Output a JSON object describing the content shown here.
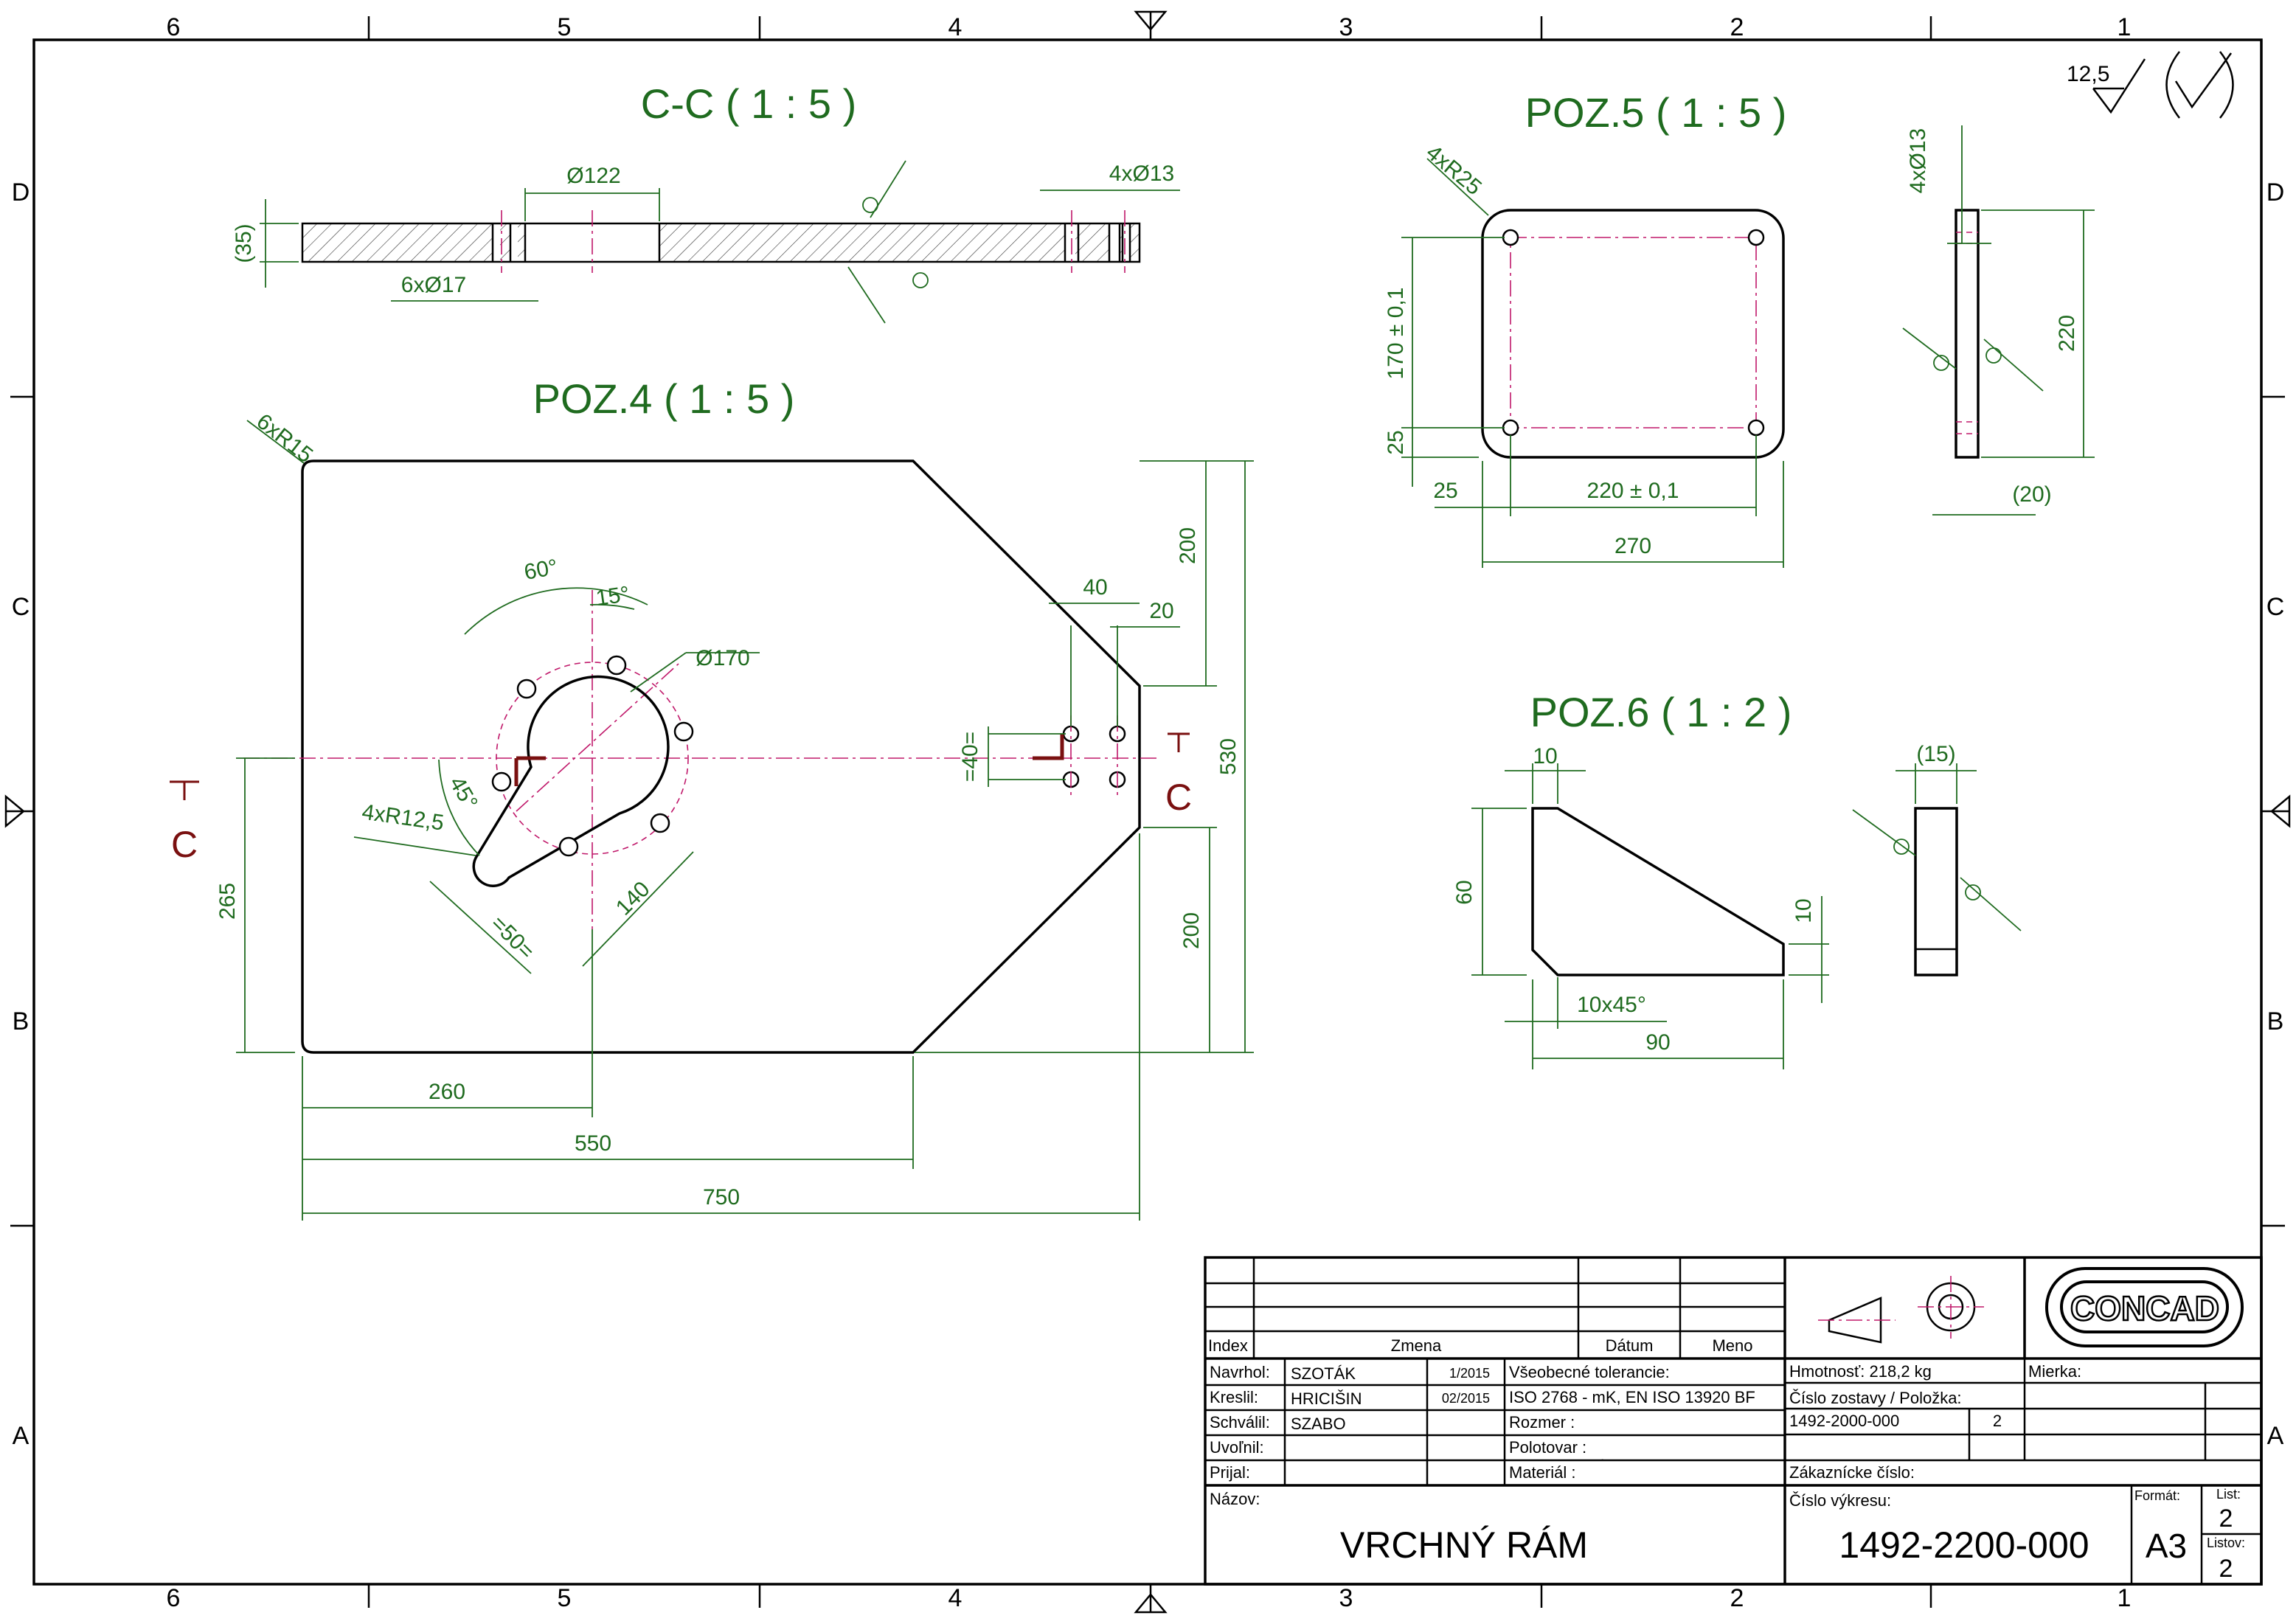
{
  "zones": {
    "columns": [
      "6",
      "5",
      "4",
      "3",
      "2",
      "1"
    ],
    "rows": [
      "D",
      "C",
      "B",
      "A"
    ]
  },
  "surface": {
    "roughness": "12,5",
    "symbol": "check-roughness-icon"
  },
  "views": {
    "section_cc": {
      "title": "C-C ( 1 : 5 )",
      "dims": [
        "Ø122",
        "4xØ13",
        "(35)",
        "6xØ17"
      ]
    },
    "poz4": {
      "title": "POZ.4 ( 1 : 5 )",
      "dims": [
        "6xR15",
        "60°",
        "15°",
        "Ø170",
        "40",
        "20",
        "200",
        "530",
        "=40=",
        "45°",
        "4xR12,5",
        "140",
        "=50=",
        "265",
        "200",
        "260",
        "550",
        "750"
      ],
      "cut_mark": "C"
    },
    "poz5": {
      "title": "POZ.5 ( 1 : 5 )",
      "dims": [
        "4xR25",
        "170 ± 0,1",
        "25",
        "25",
        "220 ± 0,1",
        "270",
        "4xØ13",
        "220",
        "(20)"
      ]
    },
    "poz6": {
      "title": "POZ.6 ( 1 : 2 )",
      "dims": [
        "10",
        "(15)",
        "60",
        "10",
        "10x45°",
        "90"
      ]
    }
  },
  "title_block": {
    "revision_headers": {
      "index": "Index",
      "change": "Zmena",
      "date": "Dátum",
      "name": "Meno"
    },
    "people": [
      {
        "role": "Navrhol:",
        "name": "SZOTÁK",
        "date": "1/2015"
      },
      {
        "role": "Kreslil:",
        "name": "HRICIŠIN",
        "date": "02/2015"
      },
      {
        "role": "Schválil:",
        "name": "SZABO",
        "date": ""
      },
      {
        "role": "Uvoľnil:",
        "name": "",
        "date": ""
      },
      {
        "role": "Prijal:",
        "name": "",
        "date": ""
      }
    ],
    "tolerances_label": "Všeobecné tolerancie:",
    "tolerances_value": "ISO 2768 - mK, EN ISO 13920 BF",
    "size_label": "Rozmer :",
    "blank_label": "Polotovar :",
    "material_label": "Materiál :",
    "material_value": "˙",
    "weight": "Hmotnosť: 218,2 kg",
    "scale_label": "Mierka:",
    "assembly_label": "Číslo zostavy   /   Položka:",
    "assembly_number": "1492-2000-000",
    "item_number": "2",
    "customer_label": "Zákaznícke číslo:",
    "name_label": "Názov:",
    "name_value": "VRCHNÝ RÁM",
    "drawing_label": "Číslo výkresu:",
    "drawing_number": "1492-2200-000",
    "format_label": "Formát:",
    "format_value": "A3",
    "sheet_label": "List:",
    "sheet_value": "2",
    "sheets_label": "Listov:",
    "sheets_value": "2",
    "logo_text": "CONCAD",
    "projection_icon": "first-angle-projection-icon"
  },
  "colors": {
    "dimension": "#1f6b1f",
    "centerline": "#c0186a",
    "cut_mark": "#7a1010",
    "line": "#000000"
  }
}
